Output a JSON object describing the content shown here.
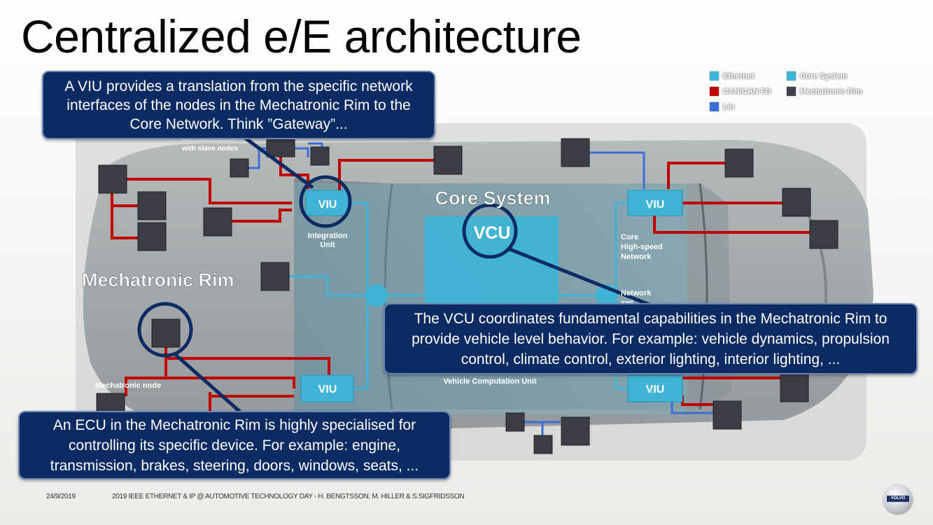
{
  "title": "Centralized e/E architecture",
  "legend": [
    {
      "label": "Ethernet",
      "color": "#3fb4d6"
    },
    {
      "label": "Core System",
      "color": "#3fb4d6"
    },
    {
      "label": "CAN/CAN FD",
      "color": "#c00000"
    },
    {
      "label": "Mechatronic Rim",
      "color": "#404048"
    },
    {
      "label": "Lin",
      "color": "#3a6fd8"
    }
  ],
  "diagram": {
    "core_system_label": "Core System",
    "mechatronic_rim_label": "Mechatronic Rim",
    "vcu_label": "VCU",
    "viu_label": "VIU",
    "integration_unit_label_line1": "Integration",
    "integration_unit_label_line2": "Unit",
    "core_network_line1": "Core",
    "core_network_line2": "High-speed",
    "core_network_line3": "Network",
    "network_switch_label": "Network",
    "network_switch_label2": "swi",
    "vehicle_computation_unit_label": "Vehicle Computation Unit",
    "mechatronic_node_label": "Mechatronic node",
    "slave_nodes_line1": "Mechatronic rim",
    "slave_nodes_line2": "with slave nodes",
    "colors": {
      "ethernet": "#3fb4d6",
      "can": "#c00000",
      "lin": "#3a6fd8",
      "node": "#3c3d44",
      "callout_ring": "#0d2b63"
    }
  },
  "callouts": {
    "viu": "A VIU provides a translation from the specific network interfaces of the nodes in the Mechatronic Rim to the Core Network. Think ”Gateway”...",
    "vcu": "The VCU coordinates fundamental capabilities in the Mechatronic Rim to provide vehicle level behavior. For example: vehicle dynamics, propulsion control, climate control, exterior lighting, interior lighting, ...",
    "ecu": "An ECU in the Mechatronic Rim is highly specialised for controlling its specific device. For example: engine, transmission, brakes, steering, doors, windows, seats, ..."
  },
  "footer": {
    "date": "24/9/2019",
    "credit": "2019 IEEE ETHERNET & IP @ AUTOMOTIVE TECHNOLOGY DAY - H. BENGTSSON, M. HILLER & S.SIGFRIDSSON"
  },
  "logo_text": "VOLVO"
}
